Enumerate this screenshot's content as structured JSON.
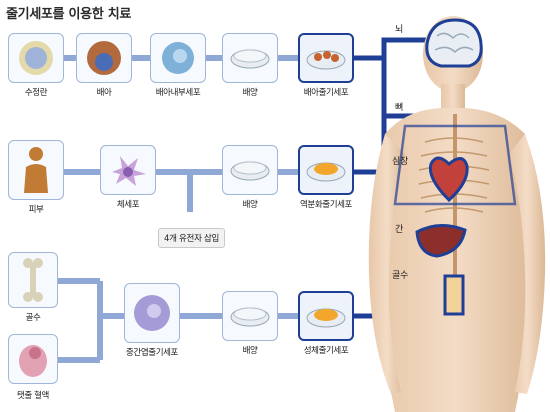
{
  "title": "줄기세포를 이용한 치료",
  "row1": {
    "items": [
      "수정란",
      "배아",
      "배아내부세포",
      "배양",
      "배아줄기세포"
    ]
  },
  "row2": {
    "items": [
      "피부",
      "체세포",
      "배양",
      "역분화줄기세포"
    ],
    "note": "4개 유전자 삽입"
  },
  "row3": {
    "sources": [
      "골수",
      "탯줄 혈액"
    ],
    "items": [
      "중간엽줄기세포",
      "배양",
      "성체줄기세포"
    ]
  },
  "organs": [
    "뇌",
    "뼈",
    "심장",
    "간",
    "골수"
  ],
  "colors": {
    "wire": "#1f3f96",
    "wire_light": "#8fa8d6",
    "box_border": "#9fb6d8",
    "title": "#2a2a2a"
  }
}
